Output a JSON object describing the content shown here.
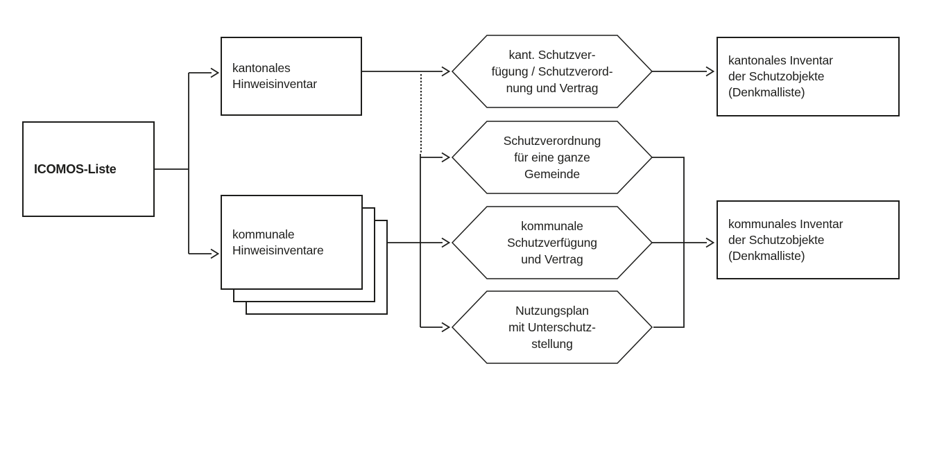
{
  "diagram": {
    "nodes": {
      "icomos": {
        "label": "ICOMOS-Liste"
      },
      "kantonales_hinweisinventar": {
        "label": "kantonales\nHinweisinventar"
      },
      "kommunale_hinweisinventare": {
        "label": "kommunale\nHinweisinventare"
      },
      "kant_schutzverfuegung": {
        "label": "kant. Schutzver-\nfügung / Schutzverord-\nnung und Vertrag"
      },
      "schutzverordnung_gemeinde": {
        "label": "Schutzverordnung\nfür eine ganze\nGemeinde"
      },
      "kommunale_schutzverfuegung": {
        "label": "kommunale\nSchutzverfügung\nund Vertrag"
      },
      "nutzungsplan": {
        "label": "Nutzungsplan\nmit Unterschutz-\nstellung"
      },
      "kantonales_inventar": {
        "label": "kantonales Inventar\nder Schutzobjekte\n(Denkmalliste)"
      },
      "kommunales_inventar": {
        "label": "kommunales Inventar\nder Schutzobjekte\n(Denkmalliste)"
      }
    },
    "colors": {
      "ink": "#1d1d1b",
      "background": "#ffffff"
    }
  }
}
